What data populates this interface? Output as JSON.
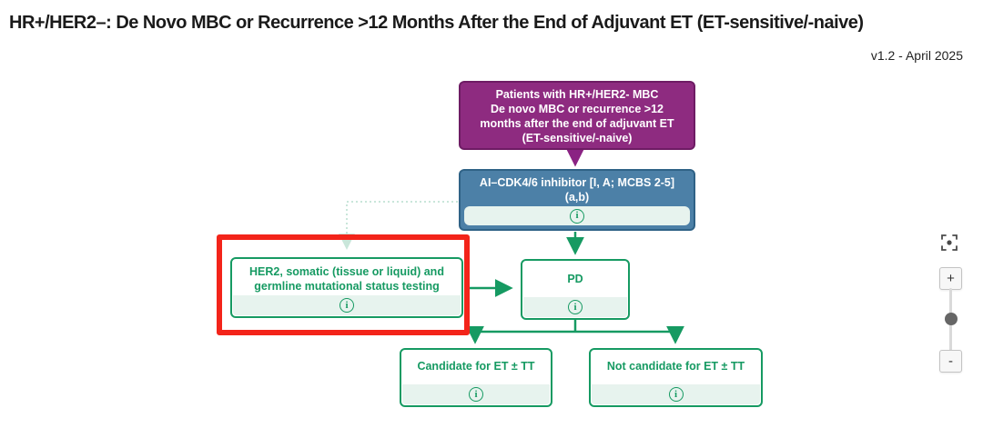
{
  "page": {
    "title": "HR+/HER2–: De Novo MBC or Recurrence >12 Months After the End of Adjuvant ET (ET-sensitive/-naive)",
    "version": "v1.2 - April 2025"
  },
  "flowchart": {
    "patient_box": "Patients with HR+/HER2- MBC\nDe novo MBC or recurrence >12\nmonths after the end of adjuvant ET\n(ET-sensitive/-naive)",
    "treatment_box": "AI–CDK4/6 inhibitor [I, A; MCBS 2-5]\n(a,b)",
    "testing_box": "HER2, somatic (tissue or liquid) and\ngermline mutational status testing",
    "pd_box": "PD",
    "candidate_box": "Candidate for ET ± TT",
    "not_candidate_box": "Not candidate for ET ± TT",
    "info_icon_glyph": "i"
  },
  "zoom_controls": {
    "zoom_in_label": "+",
    "zoom_out_label": "-"
  },
  "colors": {
    "green_accent": "#169A62",
    "purple_fill": "#8E2B80",
    "blue_fill": "#4C80A7",
    "highlight_red": "#F3241A",
    "info_bar_bg": "#E7F3EE",
    "dotted_connector": "#C9E6DA"
  }
}
